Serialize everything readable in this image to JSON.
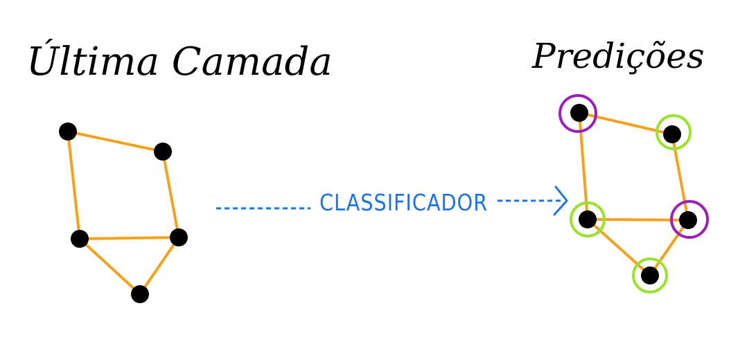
{
  "left_title": "Última Camada",
  "right_title": "Predições",
  "arrow_label": "CLASSIFICADOR",
  "colors": {
    "edge": "#f5a11c",
    "node": "#000000",
    "arrow": "#1a73e8",
    "ring_green": "#9be22d",
    "ring_purple": "#9b1fb8",
    "background": "#ffffff"
  }
}
